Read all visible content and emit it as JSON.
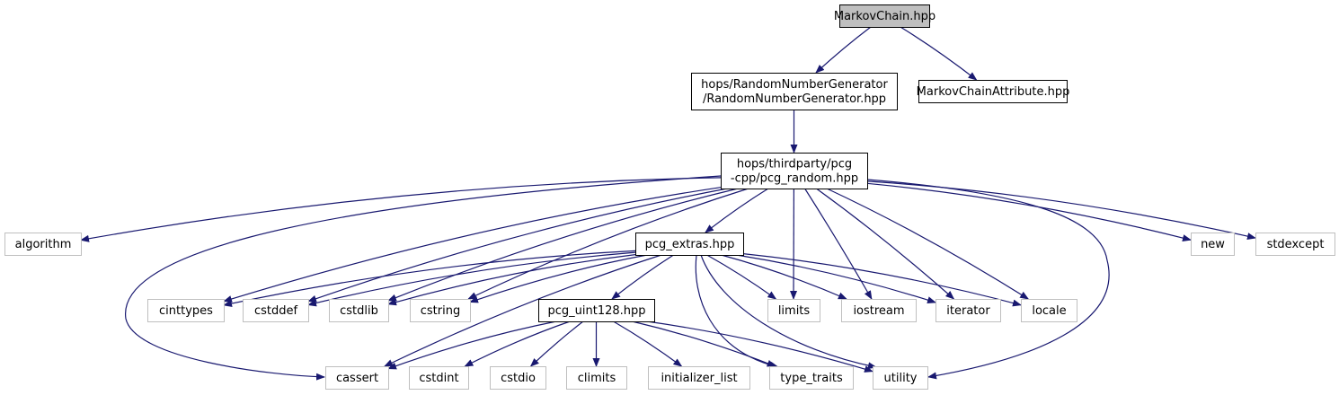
{
  "colors": {
    "edge": "#191970",
    "root_fill": "#bfbfbf",
    "project_border": "#000000",
    "system_border": "#bfbfbf"
  },
  "nodes": [
    {
      "id": "markovchain",
      "lines": [
        "MarkovChain.hpp"
      ],
      "kind": "root"
    },
    {
      "id": "rng",
      "lines": [
        "hops/RandomNumberGenerator",
        "/RandomNumberGenerator.hpp"
      ],
      "kind": "project"
    },
    {
      "id": "mca",
      "lines": [
        "MarkovChainAttribute.hpp"
      ],
      "kind": "project"
    },
    {
      "id": "pcgrandom",
      "lines": [
        "hops/thirdparty/pcg",
        "-cpp/pcg_random.hpp"
      ],
      "kind": "project"
    },
    {
      "id": "algorithm",
      "lines": [
        "algorithm"
      ],
      "kind": "system"
    },
    {
      "id": "pcgextras",
      "lines": [
        "pcg_extras.hpp"
      ],
      "kind": "project"
    },
    {
      "id": "new",
      "lines": [
        "new"
      ],
      "kind": "system"
    },
    {
      "id": "stdexcept",
      "lines": [
        "stdexcept"
      ],
      "kind": "system"
    },
    {
      "id": "cinttypes",
      "lines": [
        "cinttypes"
      ],
      "kind": "system"
    },
    {
      "id": "cstddef",
      "lines": [
        "cstddef"
      ],
      "kind": "system"
    },
    {
      "id": "cstdlib",
      "lines": [
        "cstdlib"
      ],
      "kind": "system"
    },
    {
      "id": "cstring",
      "lines": [
        "cstring"
      ],
      "kind": "system"
    },
    {
      "id": "pcguint128",
      "lines": [
        "pcg_uint128.hpp"
      ],
      "kind": "project"
    },
    {
      "id": "limits",
      "lines": [
        "limits"
      ],
      "kind": "system"
    },
    {
      "id": "iostream",
      "lines": [
        "iostream"
      ],
      "kind": "system"
    },
    {
      "id": "iterator",
      "lines": [
        "iterator"
      ],
      "kind": "system"
    },
    {
      "id": "locale",
      "lines": [
        "locale"
      ],
      "kind": "system"
    },
    {
      "id": "cassert",
      "lines": [
        "cassert"
      ],
      "kind": "system"
    },
    {
      "id": "cstdint",
      "lines": [
        "cstdint"
      ],
      "kind": "system"
    },
    {
      "id": "cstdio",
      "lines": [
        "cstdio"
      ],
      "kind": "system"
    },
    {
      "id": "climits",
      "lines": [
        "climits"
      ],
      "kind": "system"
    },
    {
      "id": "initlist",
      "lines": [
        "initializer_list"
      ],
      "kind": "system"
    },
    {
      "id": "typetraits",
      "lines": [
        "type_traits"
      ],
      "kind": "system"
    },
    {
      "id": "utility",
      "lines": [
        "utility"
      ],
      "kind": "system"
    }
  ],
  "edges": [
    [
      "markovchain",
      "rng"
    ],
    [
      "markovchain",
      "mca"
    ],
    [
      "rng",
      "pcgrandom"
    ],
    [
      "pcgrandom",
      "algorithm"
    ],
    [
      "pcgrandom",
      "cassert"
    ],
    [
      "pcgrandom",
      "cinttypes"
    ],
    [
      "pcgrandom",
      "cstddef"
    ],
    [
      "pcgrandom",
      "cstdlib"
    ],
    [
      "pcgrandom",
      "cstring"
    ],
    [
      "pcgrandom",
      "pcgextras"
    ],
    [
      "pcgrandom",
      "limits"
    ],
    [
      "pcgrandom",
      "iostream"
    ],
    [
      "pcgrandom",
      "iterator"
    ],
    [
      "pcgrandom",
      "locale"
    ],
    [
      "pcgrandom",
      "utility"
    ],
    [
      "pcgrandom",
      "new"
    ],
    [
      "pcgrandom",
      "stdexcept"
    ],
    [
      "pcgextras",
      "cinttypes"
    ],
    [
      "pcgextras",
      "cstddef"
    ],
    [
      "pcgextras",
      "cstdlib"
    ],
    [
      "pcgextras",
      "cstring"
    ],
    [
      "pcgextras",
      "cassert"
    ],
    [
      "pcgextras",
      "pcguint128"
    ],
    [
      "pcgextras",
      "limits"
    ],
    [
      "pcgextras",
      "iostream"
    ],
    [
      "pcgextras",
      "iterator"
    ],
    [
      "pcgextras",
      "locale"
    ],
    [
      "pcgextras",
      "typetraits"
    ],
    [
      "pcgextras",
      "utility"
    ],
    [
      "pcguint128",
      "cassert"
    ],
    [
      "pcguint128",
      "cstdint"
    ],
    [
      "pcguint128",
      "cstdio"
    ],
    [
      "pcguint128",
      "climits"
    ],
    [
      "pcguint128",
      "initlist"
    ],
    [
      "pcguint128",
      "typetraits"
    ],
    [
      "pcguint128",
      "utility"
    ]
  ]
}
